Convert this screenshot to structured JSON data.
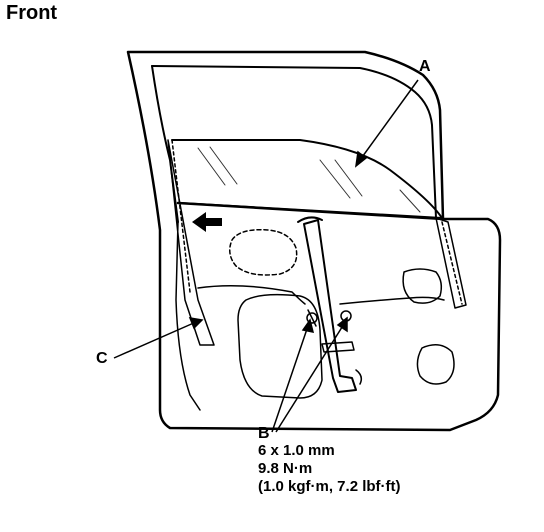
{
  "title": "Front",
  "labels": {
    "a": "A",
    "b": "B",
    "c": "C"
  },
  "fastener_spec": {
    "size": "6 x 1.0 mm",
    "torque_nm": "9.8 N·m",
    "torque_alt": "(1.0 kgf·m, 7.2 lbf·ft)"
  }
}
